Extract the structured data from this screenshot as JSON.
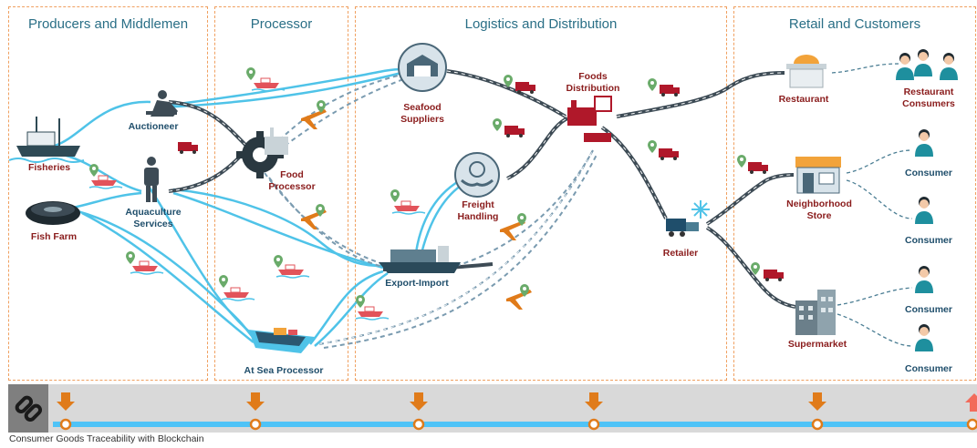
{
  "sections": [
    {
      "title": "Producers and Middlemen"
    },
    {
      "title": "Processor"
    },
    {
      "title": "Logistics and Distribution"
    },
    {
      "title": "Retail and Customers"
    }
  ],
  "nodes": {
    "fisheries": "Fisheries",
    "fish_farm": "Fish Farm",
    "auctioneer": "Auctioneer",
    "aquaculture_1": "Aquaculture",
    "aquaculture_2": "Services",
    "food_processor_1": "Food",
    "food_processor_2": "Processor",
    "at_sea_processor": "At Sea Processor",
    "seafood_suppliers_1": "Seafood",
    "seafood_suppliers_2": "Suppliers",
    "freight_handling_1": "Freight",
    "freight_handling_2": "Handling",
    "export_import": "Export-Import",
    "foods_distribution_1": "Foods",
    "foods_distribution_2": "Distribution",
    "retailer": "Retailer",
    "restaurant": "Restaurant",
    "restaurant_consumers_1": "Restaurant",
    "restaurant_consumers_2": "Consumers",
    "neighborhood_store_1": "Neighborhood",
    "neighborhood_store_2": "Store",
    "supermarket": "Supermarket",
    "consumer": "Consumer"
  },
  "caption": "Consumer Goods Traceability with Blockchain",
  "colors": {
    "road": "#3d4b55",
    "water": "#4fc3e8",
    "accent_label": "#8a1c1c",
    "title": "#2a6f86",
    "arrow": "#e07b1a",
    "bar": "#4fc3f7",
    "section_border": "#f0a060"
  },
  "icons": [
    "chain-link-icon",
    "boat-icon",
    "truck-icon",
    "plane-icon",
    "ship-icon",
    "warehouse-icon",
    "factory-icon",
    "person-icon",
    "location-pin-icon",
    "snowflake-icon",
    "shop-icon",
    "building-icon"
  ]
}
